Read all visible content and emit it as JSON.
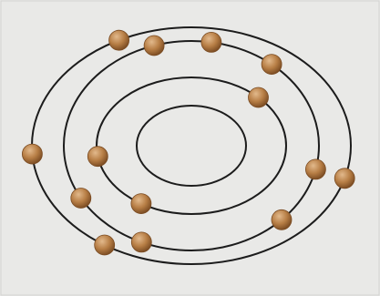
{
  "diagram": {
    "kind": "concentric orbits with electrons",
    "background": "#e9e9e7",
    "border": "#d2d2d0",
    "orbit_color": "#1c1c1c",
    "electron_fill": "#b77e45",
    "electron_highlight": "#e2b98c",
    "electron_shadow": "#7a4b22",
    "orbits": [
      {
        "shell": 1,
        "electron_count": 0
      },
      {
        "shell": 2,
        "electron_count": 3
      },
      {
        "shell": 3,
        "electron_count": 7
      },
      {
        "shell": 4,
        "electron_count": 4
      }
    ]
  }
}
